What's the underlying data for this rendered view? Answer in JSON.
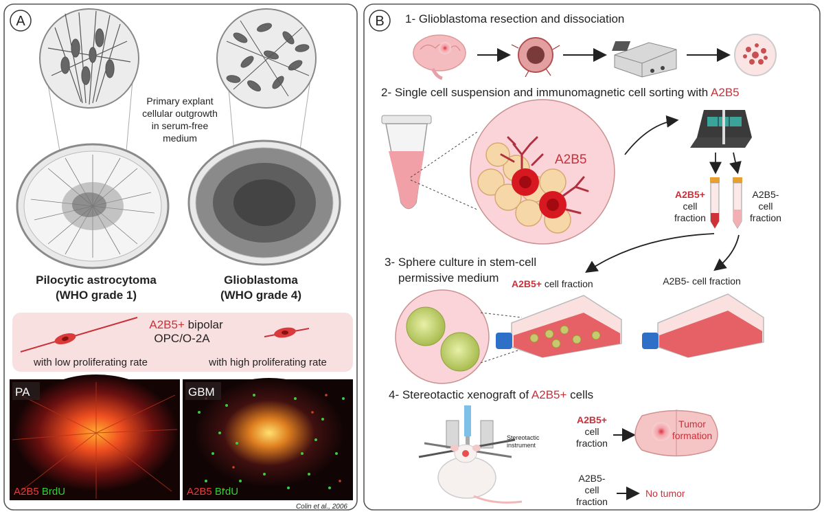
{
  "panel_a": {
    "label": "A",
    "explant_caption": [
      "Primary explant",
      "cellular outgrowth",
      "in serum-free",
      "medium"
    ],
    "tumor_left": {
      "name": "Pilocytic astrocytoma",
      "grade": "(WHO grade 1)"
    },
    "tumor_right": {
      "name": "Glioblastoma",
      "grade": "(WHO grade 4)"
    },
    "bipolar": {
      "marker": "A2B5+",
      "line1_rest": " bipolar",
      "line2": "OPC/O-2A",
      "low": "with low proliferating rate",
      "high": "with high proliferating rate"
    },
    "micro_left": {
      "tag": "PA",
      "stain1": "A2B5",
      "stain2": "BrdU"
    },
    "micro_right": {
      "tag": "GBM",
      "stain1": "A2B5",
      "stain2": "BrdU"
    },
    "citation": "Colin et al., 2006"
  },
  "panel_b": {
    "label": "B",
    "step1": "1- Glioblastoma resection and dissociation",
    "step2_text": "2- Single cell suspension and immunomagnetic cell sorting with ",
    "step2_marker": "A2B5",
    "antibody_label": "A2B5",
    "pos_fraction": {
      "marker": "A2B5+",
      "line2": "cell",
      "line3": "fraction"
    },
    "neg_fraction": {
      "line1": "A2B5-",
      "line2": "cell",
      "line3": "fraction"
    },
    "step3_line1": "3- Sphere culture in stem-cell",
    "step3_line2": "permissive medium",
    "flask_pos": {
      "marker": "A2B5+",
      "rest": " cell fraction"
    },
    "flask_neg": "A2B5- cell fraction",
    "step4_text": "4- Stereotactic xenograft of ",
    "step4_marker": "A2B5+",
    "step4_rest": " cells",
    "instrument": [
      "Stereotactic",
      "instrument"
    ],
    "result_pos": {
      "marker": "A2B5+",
      "line2": "cell",
      "line3": "fraction"
    },
    "tumor_formation": [
      "Tumor",
      "formation"
    ],
    "result_neg": {
      "line1": "A2B5-",
      "line2": "cell",
      "line3": "fraction"
    },
    "no_tumor": "No tumor"
  },
  "colors": {
    "accent_red": "#c8303a",
    "stain_green": "#3ecb3e",
    "panel_border": "#555555"
  }
}
